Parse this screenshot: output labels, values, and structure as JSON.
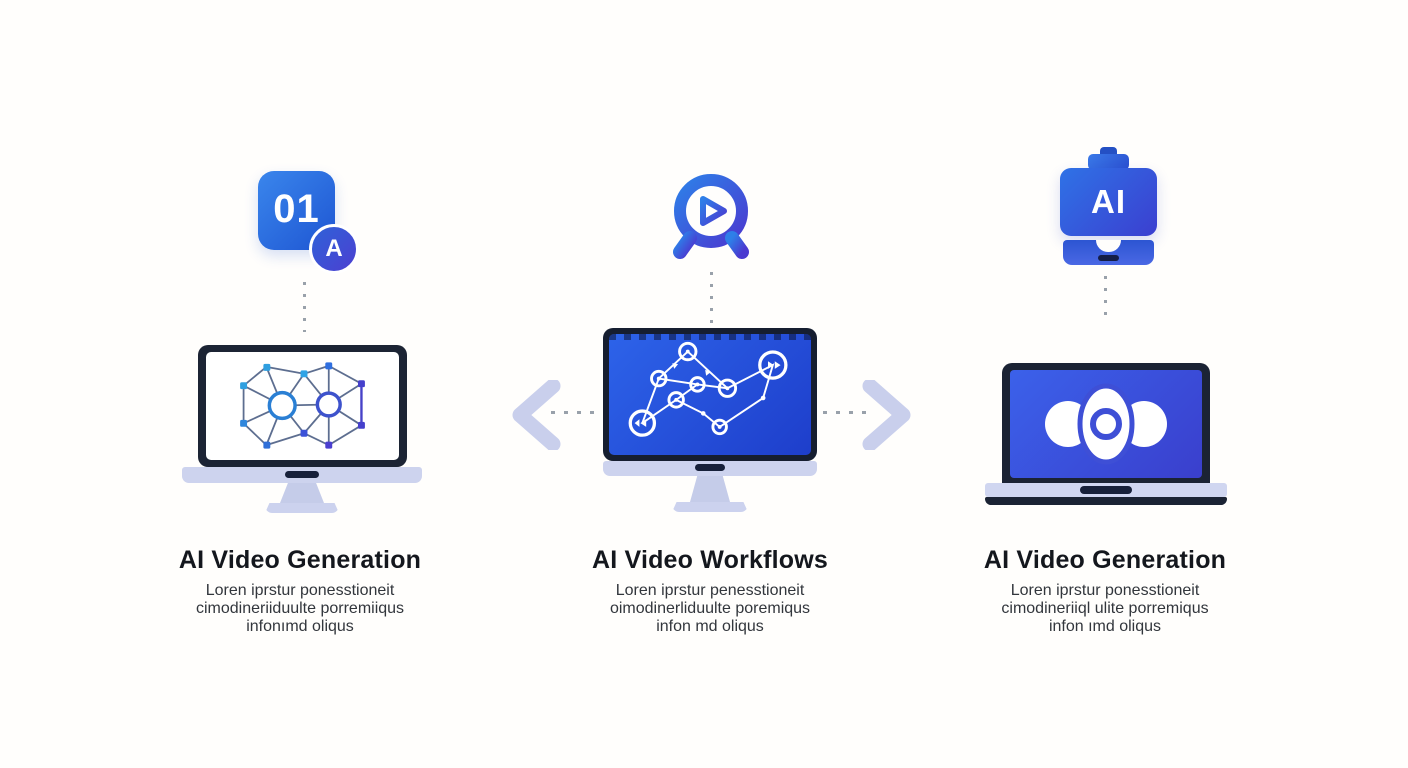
{
  "background": "#fffefc",
  "colors": {
    "accent_blue": "#2563eb",
    "accent_indigo": "#4338ca",
    "bezel_dark": "#1c2434",
    "stand_lavender": "#cdd3ee",
    "dotted_gray": "#99a1aa",
    "chevron_lavender": "#c9cfec",
    "title_text": "#14171d",
    "body_text": "#32363c"
  },
  "columns": [
    {
      "icon": {
        "name": "numbered-square-badge-icon",
        "number": "01",
        "badge_letter": "A"
      },
      "device": "desktop-monitor-with-network-graph",
      "title": "AI Video Generation",
      "description_lines": [
        "Loren iprstur ponesstioneit",
        "cimodineriiduulte porremiiqus",
        "infonımd oliqus"
      ]
    },
    {
      "icon": {
        "name": "play-scope-icon"
      },
      "device": "desktop-monitor-with-workflow-graph",
      "title": "AI Video Workflows",
      "description_lines": [
        "Loren iprstur penesstioneit",
        "oimodinerliduulte poremiqus",
        "infon md oliqus"
      ]
    },
    {
      "icon": {
        "name": "ai-clipboard-icon",
        "label": "AI"
      },
      "device": "laptop-with-lens-graphic",
      "title": "AI Video Generation",
      "description_lines": [
        "Loren iprstur ponesstioneit",
        "cimodineriiql ulite porremiqus",
        "infon ımd oliqus"
      ]
    }
  ],
  "connectors": {
    "left_chevron_direction": "left",
    "right_chevron_direction": "right",
    "style": "dotted"
  }
}
